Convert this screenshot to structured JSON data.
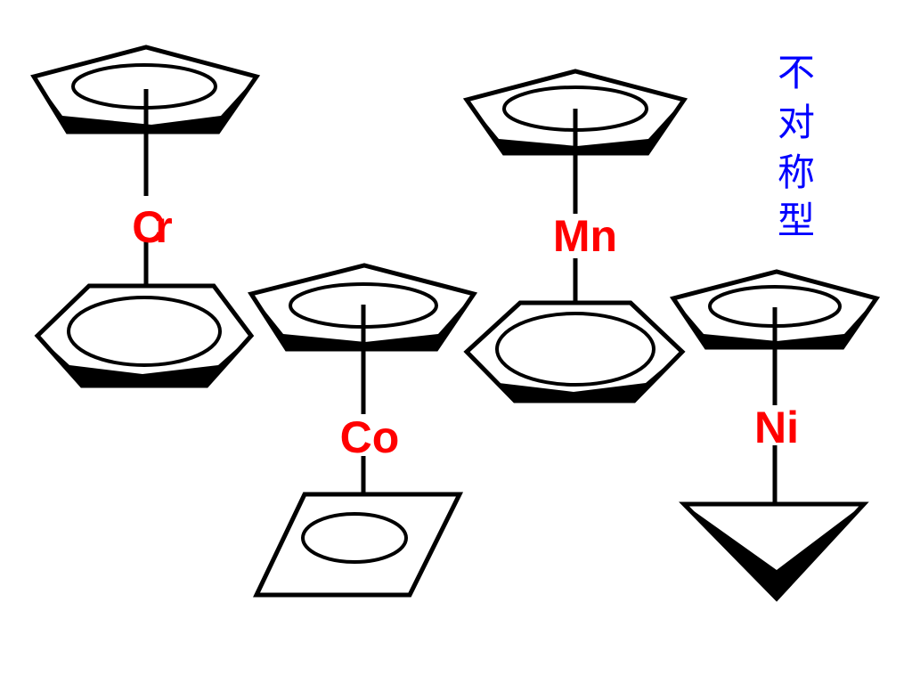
{
  "title_vertical": [
    "不",
    "对",
    "称",
    "型"
  ],
  "metals": {
    "cr": "Cr",
    "mn": "Mn",
    "co": "Co",
    "ni": "Ni"
  },
  "colors": {
    "metal_label": "#ff0000",
    "title": "#0000ff",
    "line": "#000000"
  }
}
